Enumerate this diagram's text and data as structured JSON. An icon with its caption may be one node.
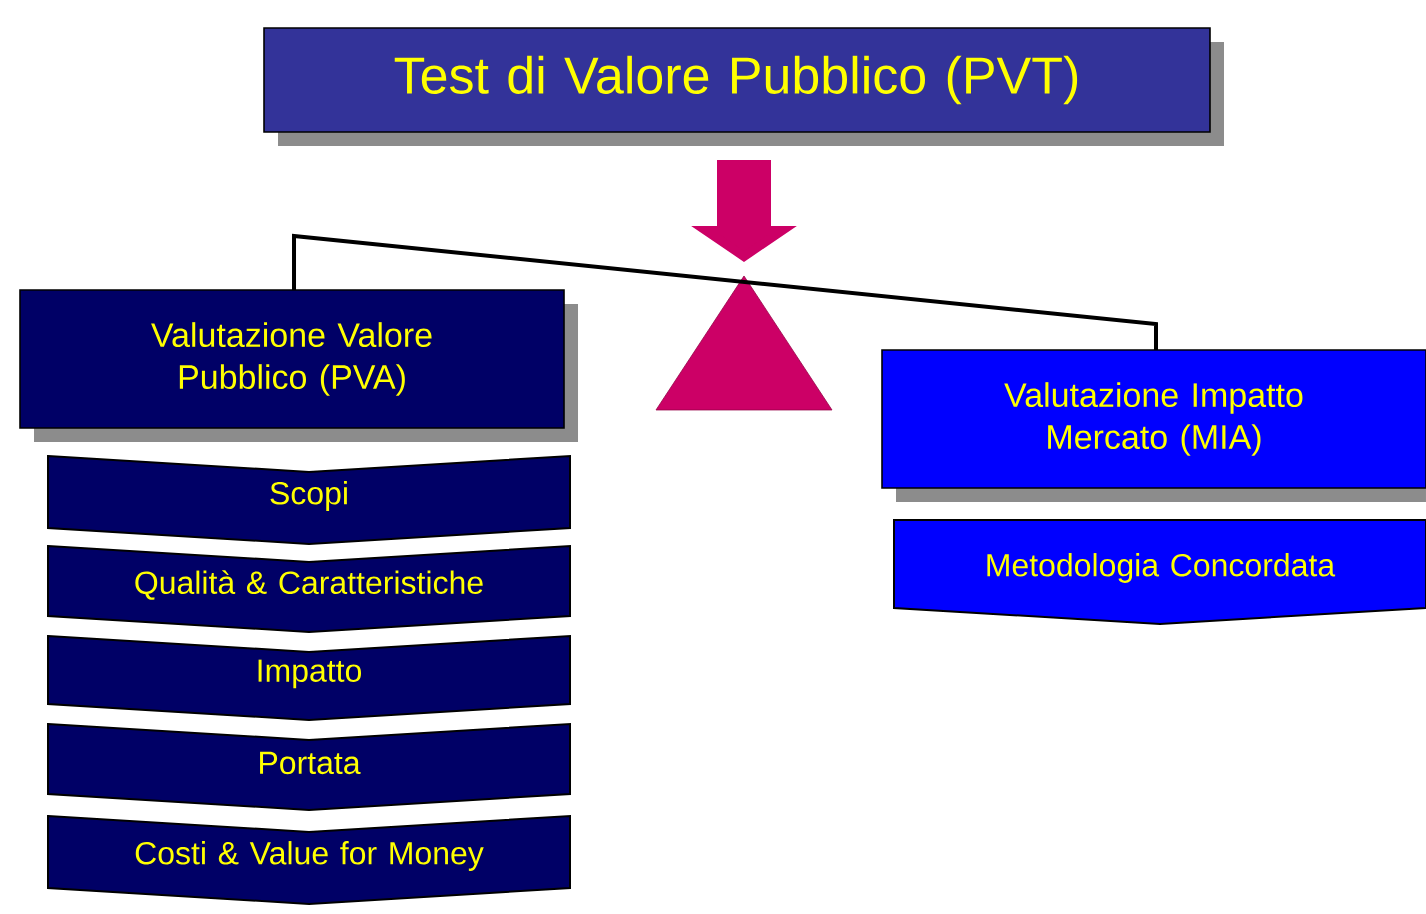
{
  "diagram": {
    "nodes": [
      {
        "text": [
          "Test di Valore Pubblico (PVT)"
        ]
      },
      {
        "text": [
          "Valutazione Valore Pubblico (PVA)"
        ]
      },
      {
        "text": [
          "Valutazione Impatto Mercato (MIA)"
        ]
      },
      {
        "text": [
          "Scopi"
        ]
      },
      {
        "text": [
          "Qualità & Caratteristiche"
        ]
      },
      {
        "text": [
          "Impatto"
        ]
      },
      {
        "text": [
          "Portata"
        ]
      },
      {
        "text": [
          "Costi & Value for Money"
        ]
      },
      {
        "text": [
          "Metodologia Concordata"
        ]
      },
      {
        "text": [],
        "shape": "triangle"
      }
    ],
    "edges": [
      {
        "from": 0,
        "to": 9,
        "arrow": "to",
        "style": "thick",
        "color": "#cc0066"
      },
      {
        "from": 1,
        "to": 2,
        "arrow": "none",
        "color": "#000000"
      }
    ]
  }
}
